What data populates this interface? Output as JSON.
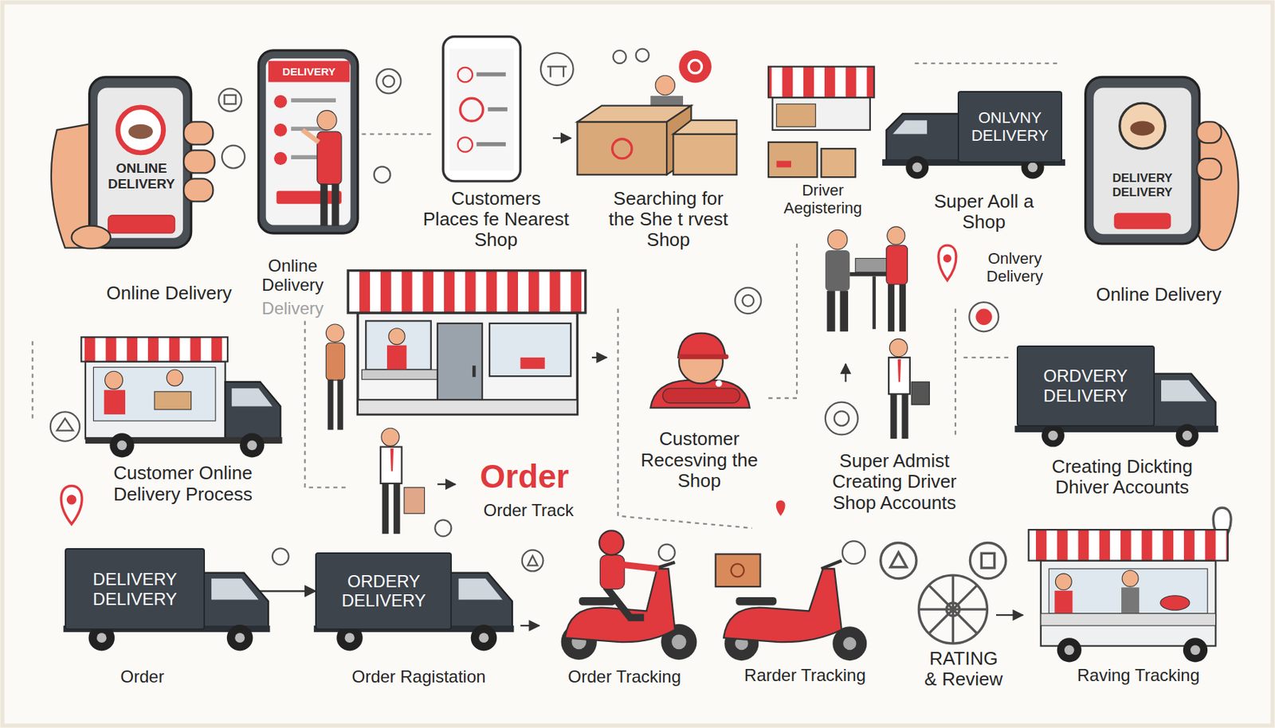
{
  "diagram": {
    "nodes": [
      {
        "text": [
          "ONLINE DELIVERY"
        ]
      },
      {
        "text": [
          "DELIVERY"
        ]
      },
      {
        "text": [
          "ONLVNY DELIVERY"
        ]
      },
      {
        "text": [
          "DELIVERY DELIVERY"
        ]
      },
      {
        "text": [
          "ORDVERY DELIVERY"
        ]
      },
      {
        "text": [
          "DELIVERY DELIVERY"
        ]
      },
      {
        "text": [
          "ORDERY DELIVERY"
        ]
      }
    ],
    "edges": [
      {
        "from": 5,
        "to": 6,
        "arrow": "to"
      }
    ],
    "labels": [
      "Online Delivery",
      "Online Delivery",
      "Delivery",
      "Customers Places fe Nearest Shop",
      "Searching for the She t rvest Shop",
      "Driver Aegistering",
      "Super Aoll a Shop",
      "Onlvery Delivery",
      "Online Delivery",
      "Customer Online Delivery Process",
      "Order",
      "Order Track",
      "Customer Recesving the Shop",
      "Super Admist Creating Driver Shop Accounts",
      "Creating Dickting Dhiver Accounts",
      "Order",
      "Order Ragistation",
      "Order Tracking",
      "Rarder Tracking",
      "RATING & Review",
      "Raving Tracking"
    ]
  }
}
